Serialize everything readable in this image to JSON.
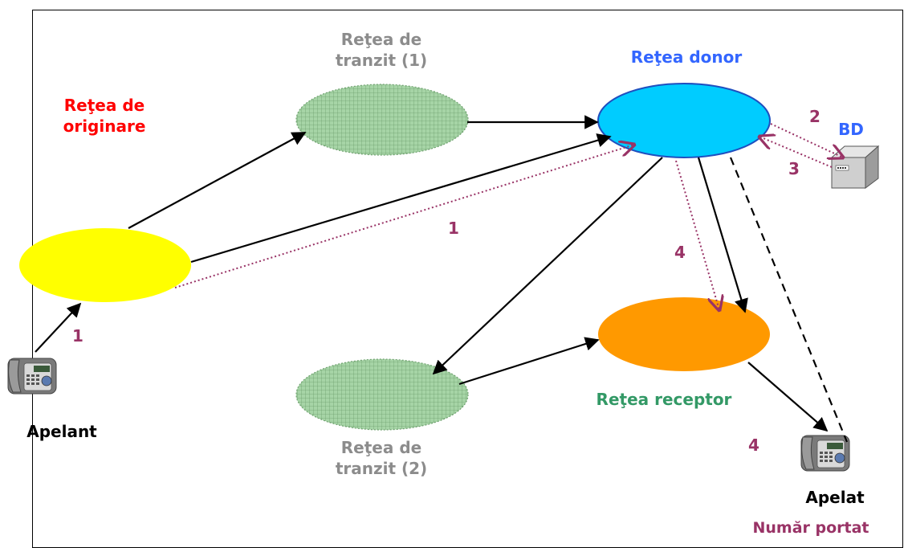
{
  "labels": {
    "originating": [
      "Reţea de",
      "originare"
    ],
    "transit1": [
      "Reţea de",
      "tranzit (1)"
    ],
    "transit2": [
      "Reţea de",
      "tranzit (2)"
    ],
    "donor": "Reţea donor",
    "database": "BD",
    "receiver": "Reţea receptor",
    "caller": "Apelant",
    "callee": "Apelat",
    "ported_number": "Număr portat"
  },
  "steps": {
    "caller_to_origin": "1",
    "origin_to_donor": "1",
    "donor_to_db": "2",
    "db_to_donor": "3",
    "donor_to_receiver": "4",
    "receiver_to_callee": "4"
  },
  "colors": {
    "originating": "#ffff00",
    "donor": "#00ccff",
    "receiver": "#ff9900",
    "transit_fill": "#99cc99",
    "transit_grid": "#6fa26f",
    "step_arrow": "#993366",
    "originating_text": "#ff0000",
    "donor_text": "#3366ff",
    "receiver_text": "#339966",
    "transit_text": "#8c8c8c"
  },
  "icons": {
    "caller_phone": "desk-phone-icon",
    "callee_phone": "desk-phone-icon",
    "database": "database-server-icon"
  }
}
